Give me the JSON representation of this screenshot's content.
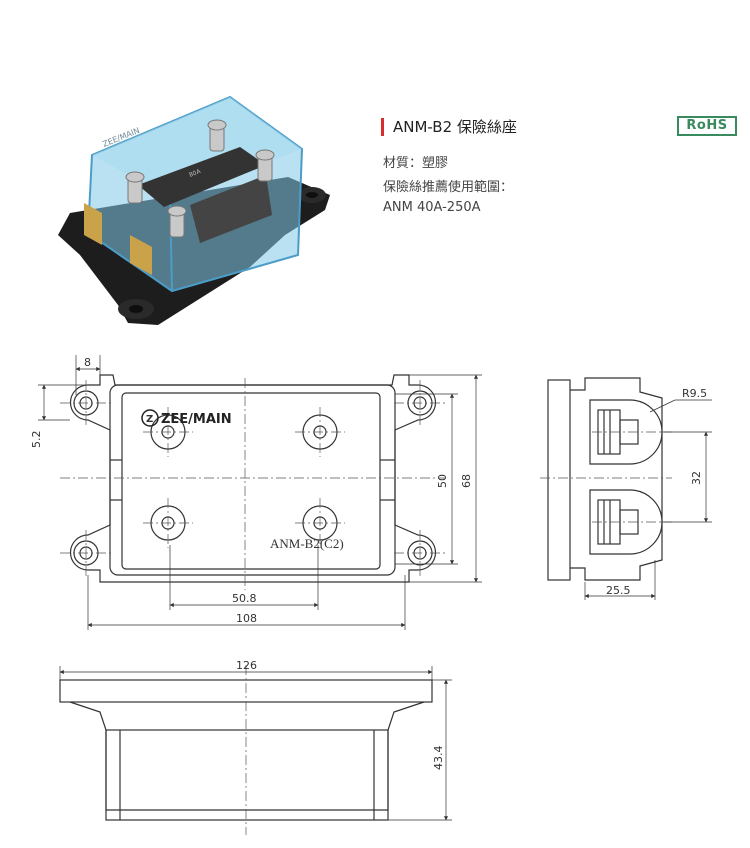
{
  "product": {
    "title": "ANM-B2 保險絲座",
    "material": "材質：塑膠",
    "range_label": "保險絲推薦使用範圍：",
    "range_value": "ANM 40A-250A",
    "badge": "RoHS",
    "accent_color": "#d62d2d",
    "badge_color": "#3a8a5f"
  },
  "photo": {
    "brand": "ZEE/MAIN",
    "fuse_marking": "80A"
  },
  "drawing": {
    "brand_mark": "ZEE/MAIN",
    "model_mark": "ANM-B2(C2)",
    "dims": {
      "d8": "8",
      "d5_2": "5.2",
      "d50": "50",
      "d68": "68",
      "d50_8": "50.8",
      "d108": "108",
      "r9_5": "R9.5",
      "d32": "32",
      "d25_5": "25.5",
      "d126": "126",
      "d43_4": "43.4"
    }
  }
}
